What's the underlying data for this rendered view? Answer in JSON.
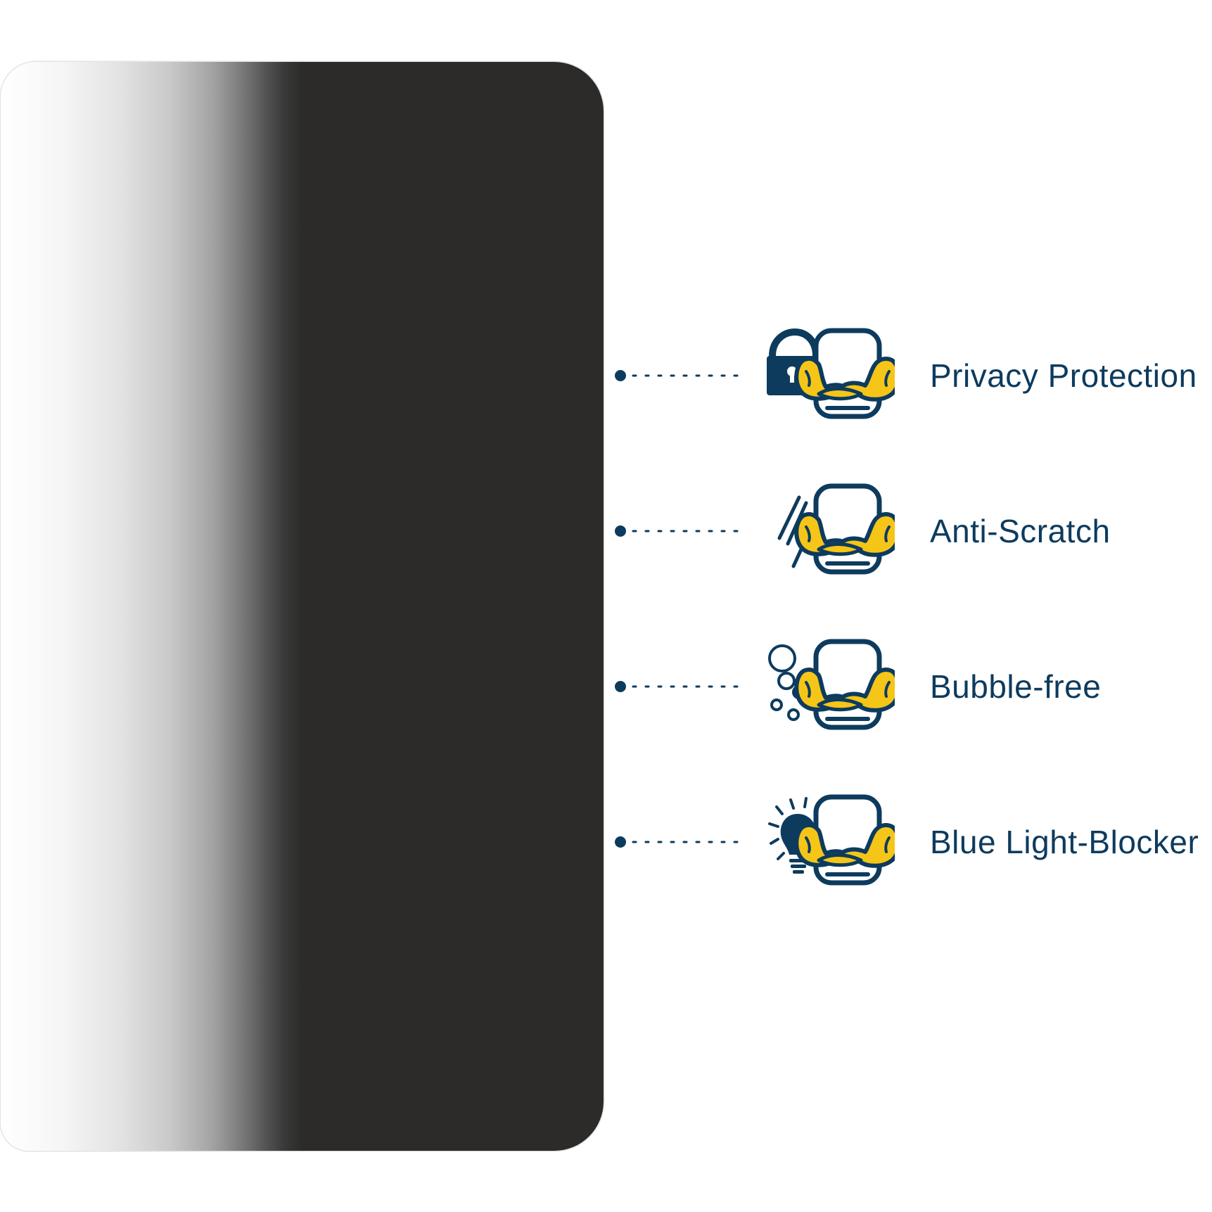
{
  "colors": {
    "navy": "#0d3b5e",
    "yellow": "#f5c518",
    "panel_dark": "#2c2b2a",
    "background": "#ffffff"
  },
  "features": [
    {
      "label": "Privacy Protection",
      "icon": "lock-icon"
    },
    {
      "label": "Anti-Scratch",
      "icon": "scratch-lines-icon"
    },
    {
      "label": "Bubble-free",
      "icon": "bubbles-icon"
    },
    {
      "label": "Blue Light-Blocker",
      "icon": "light-bulb-icon"
    }
  ]
}
